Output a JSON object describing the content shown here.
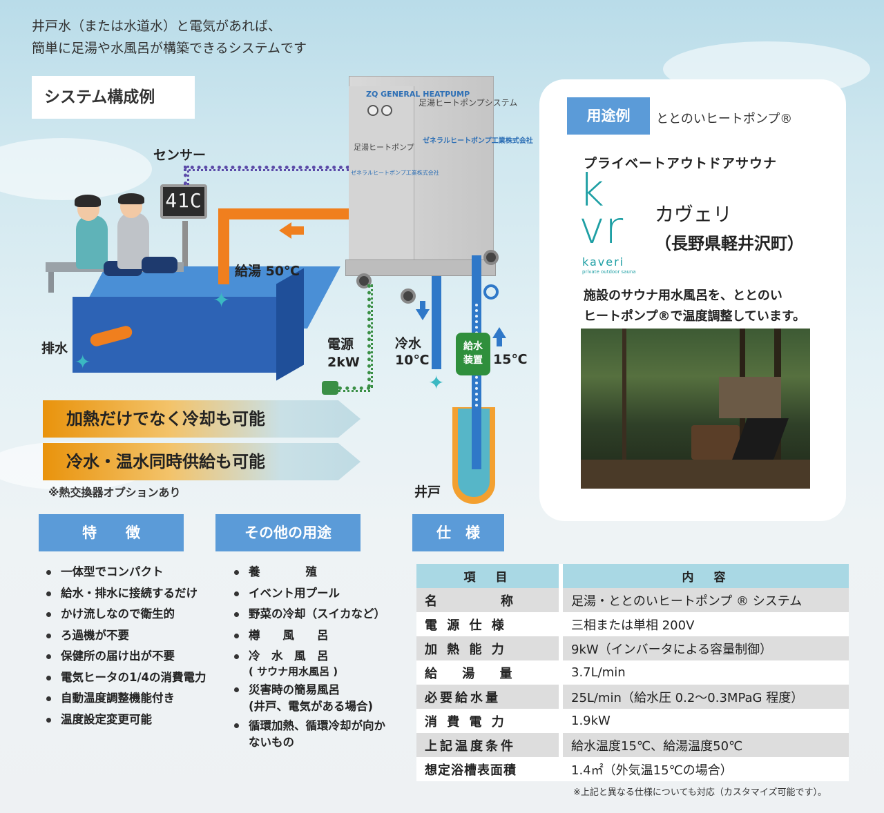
{
  "intro": {
    "line1": "井戸水（または水道水）と電気があれば、",
    "line2": "簡単に足湯や水風呂が構築できるシステムです"
  },
  "system_title": "システム構成例",
  "diagram": {
    "sensor_label": "センサー",
    "sensor_display": "41C",
    "hot_water": "給湯 50℃",
    "drain": "排水",
    "power_label": "電源",
    "power_value": "2kW",
    "cold_label": "冷水",
    "cold_value": "10℃",
    "feeder": "給水装置",
    "feed_temp": "15℃",
    "well": "井戸",
    "unit_top_label": "足湯ヒートポンプシステム",
    "unit_front_label": "足湯ヒートポンプ",
    "unit_brand": "ゼネラルヒートポンプ工業株式会社",
    "unit_logo": "ZQ GENERAL HEATPUMP"
  },
  "banners": {
    "b1": "加熱だけでなく冷却も可能",
    "b2": "冷水・温水同時供給も可能",
    "note": "※熱交換器オプションあり"
  },
  "usage": {
    "tag": "用途例",
    "text": "ととのいヒートポンプ®",
    "subtitle": "プライベートアウトドアサウナ",
    "logo_text": "kvr",
    "logo_name": "kaveri",
    "logo_tagline": "private outdoor sauna",
    "facility_name": "カヴェリ",
    "facility_location": "（長野県軽井沢町）",
    "desc1": "施設のサウナ用水風呂を、ととのい",
    "desc2": "ヒートポンプ®で温度調整しています。"
  },
  "features": {
    "heading": "特　　徴",
    "items": [
      "一体型でコンパクト",
      "給水・排水に接続するだけ",
      "かけ流しなので衛生的",
      "ろ過機が不要",
      "保健所の届け出が不要",
      "電気ヒータの1/4の消費電力",
      "自動温度調整機能付き",
      "温度設定変更可能"
    ]
  },
  "other_uses": {
    "heading": "その他の用途",
    "items": [
      "養　　　　殖",
      "イベント用プール",
      "野菜の冷却（スイカなど）",
      "樽　　風　　呂",
      "冷　水　風　呂",
      "災害時の簡易風呂",
      "循環加熱、循環冷却が向か"
    ],
    "sub1": "( サウナ用水風呂 )",
    "sub2": "(井戸、電気がある場合)",
    "sub3": "ないもの"
  },
  "spec": {
    "heading": "仕　様",
    "col1": "項　目",
    "col2": "内　容",
    "rows": [
      [
        "名　　　　称",
        "足湯・ととのいヒートポンプ ® システム"
      ],
      [
        "電 源 仕 様",
        "三相または単相 200V"
      ],
      [
        "加 熱 能 力",
        "9kW（インバータによる容量制御）"
      ],
      [
        "給　 湯　 量",
        "3.7L/min"
      ],
      [
        "必要給水量",
        "25L/min（給水圧 0.2～0.3MPaG 程度）"
      ],
      [
        "消 費 電 力",
        "1.9kW"
      ],
      [
        "上記温度条件",
        "給水温度15℃、給湯温度50℃"
      ],
      [
        "想定浴槽表面積",
        "1.4㎡（外気温15℃の場合）"
      ]
    ],
    "footnote": "※上記と異なる仕様についても対応（カスタマイズ可能です）。"
  }
}
